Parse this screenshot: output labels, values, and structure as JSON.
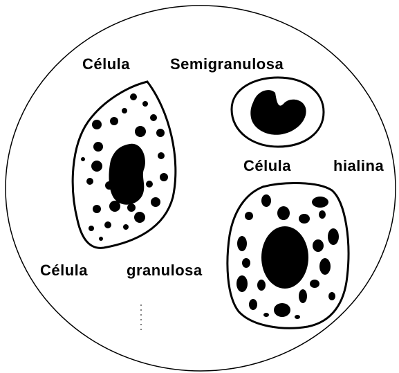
{
  "labels": {
    "semigranular_word1": "Célula",
    "semigranular_word2": "Semigranulosa",
    "hyaline_word1": "Célula",
    "hyaline_word2": "hialina",
    "granular_word1": "Célula",
    "granular_word2": "granulosa"
  },
  "colors": {
    "ink": "#000000",
    "paper": "#ffffff"
  }
}
